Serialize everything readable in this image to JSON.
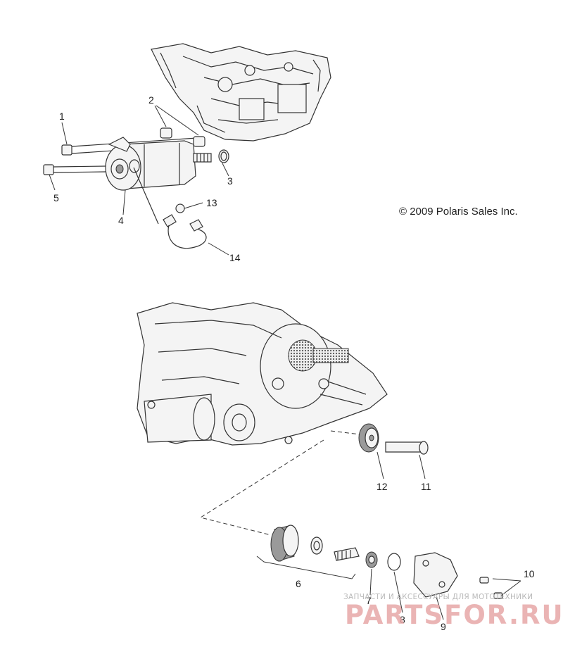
{
  "copyright": "© 2009 Polaris Sales Inc.",
  "callouts": [
    {
      "id": "1",
      "text": "1"
    },
    {
      "id": "2",
      "text": "2"
    },
    {
      "id": "3",
      "text": "3"
    },
    {
      "id": "4",
      "text": "4"
    },
    {
      "id": "5",
      "text": "5"
    },
    {
      "id": "6",
      "text": "6"
    },
    {
      "id": "7",
      "text": "7"
    },
    {
      "id": "8",
      "text": "8"
    },
    {
      "id": "9",
      "text": "9"
    },
    {
      "id": "10",
      "text": "10"
    },
    {
      "id": "11",
      "text": "11"
    },
    {
      "id": "12",
      "text": "12"
    },
    {
      "id": "13",
      "text": "13"
    },
    {
      "id": "14",
      "text": "14"
    }
  ],
  "watermark": {
    "tagline": "ЗАПЧАСТИ И АКСЕССУАРЫ ДЛЯ МОТОТЕХНИКИ",
    "logo": "PARTSFOR.RU"
  },
  "colors": {
    "line": "#333333",
    "watermark": "#e7a8a8"
  }
}
